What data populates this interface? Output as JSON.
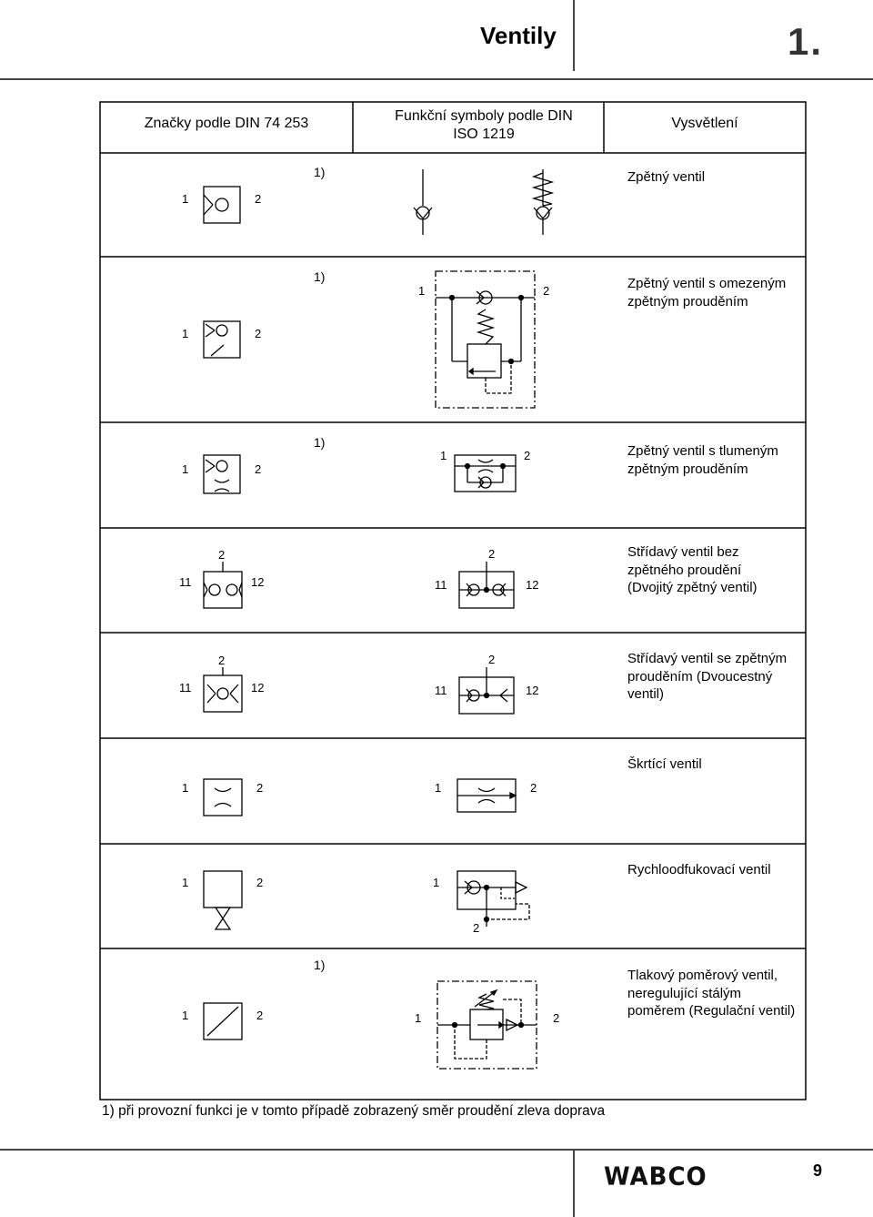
{
  "header": {
    "title": "Ventily",
    "section_number": "1."
  },
  "table": {
    "columns": [
      "Značky podle DIN 74 253",
      "Funkční symboly podle DIN ISO 1219",
      "Vysvětlení"
    ],
    "rows": [
      {
        "description": "Zpětný ventil",
        "marker": "1)"
      },
      {
        "description": "Zpětný ventil s omezeným zpětným prouděním",
        "marker": "1)"
      },
      {
        "description": "Zpětný ventil s tlumeným zpětným prouděním",
        "marker": "1)"
      },
      {
        "description": "Střídavý ventil bez zpětného proudění (Dvojitý zpětný ventil)",
        "marker": ""
      },
      {
        "description": "Střídavý ventil se zpětným prouděním (Dvoucestný ventil)",
        "marker": ""
      },
      {
        "description": "Škrtící ventil",
        "marker": ""
      },
      {
        "description": "Rychloodfukovací ventil",
        "marker": ""
      },
      {
        "description": "Tlakový poměrový ventil, neregulující stálým poměrem (Regulační ventil)",
        "marker": "1)"
      }
    ],
    "port_labels": {
      "p1": "1",
      "p2": "2",
      "p11": "11",
      "p12": "12"
    }
  },
  "footnote": "1) při provozní funkci je v tomto případě zobrazený směr proudění zleva doprava",
  "footer": {
    "logo": "WABCO",
    "page_number": "9"
  }
}
